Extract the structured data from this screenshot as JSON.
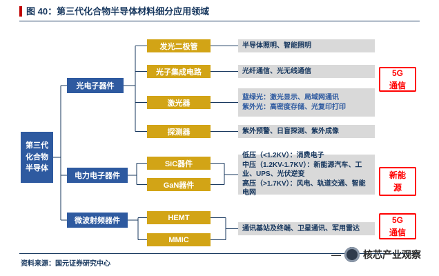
{
  "header": {
    "title": "图 40：第三代化合物半导体材料细分应用领域"
  },
  "tree": {
    "root": "第三代\n化合物\n半导体",
    "branches": [
      {
        "label": "光电子器件"
      },
      {
        "label": "电力电子器件"
      },
      {
        "label": "微波射频器件"
      }
    ],
    "devices": [
      {
        "label": "发光二极管"
      },
      {
        "label": "光子集成电路"
      },
      {
        "label": "激光器"
      },
      {
        "label": "探测器"
      },
      {
        "label": "SiC器件"
      },
      {
        "label": "GaN器件"
      },
      {
        "label": "HEMT"
      },
      {
        "label": "MMIC"
      }
    ],
    "applications": {
      "led": "半导体照明、智能照明",
      "pic": "光纤通信、光无线通信",
      "laser_line1": "蓝绿光：激光显示、局域网通讯",
      "laser_line2": "紫外光：高密度存储、光复印打印",
      "detector": "紫外预警、日盲探测、紫外成像",
      "power_line1": "低压（<1.2KV）：消费电子",
      "power_line2": "中压（1.2KV-1.7KV）：新能源汽车、工业、UPS、光伏逆变",
      "power_line3": "高压（>1.7KV）：风电、轨道交通、智能电网",
      "rf": "通讯基站及终端、卫星通讯、军用雷达"
    },
    "highlights": [
      {
        "label": "5G\n通信"
      },
      {
        "label": "新能\n源"
      },
      {
        "label": "5G\n通信"
      }
    ]
  },
  "footer": {
    "source": "资料来源：国元证券研究中心",
    "logo_dash": "—",
    "logo_text": "核芯产业观察"
  },
  "colors": {
    "navy": "#17375e",
    "blue_box": "#2e5aa0",
    "gold_box": "#d2a416",
    "gray_box": "#d9d9d9",
    "accent_red": "#ff0000",
    "title_accent": "#c00000"
  }
}
